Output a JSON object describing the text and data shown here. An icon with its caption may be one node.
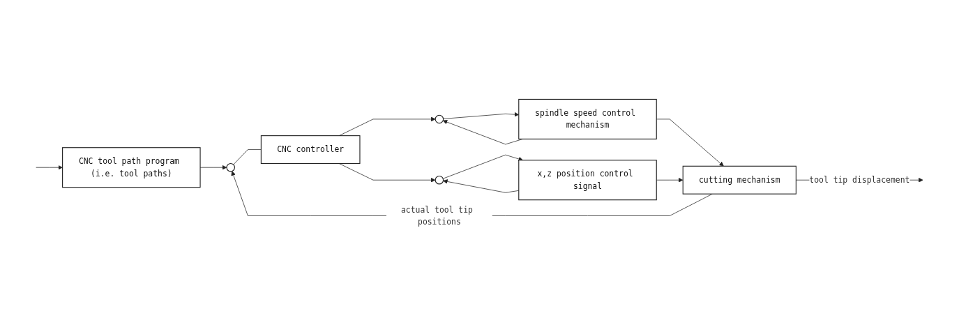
{
  "diagram": {
    "nodes": [
      {
        "text": [
          "CNC tool path program (i.e. tool paths)"
        ]
      },
      {
        "text": [],
        "shape": "circle"
      },
      {
        "text": [
          "CNC controller"
        ]
      },
      {
        "text": [],
        "shape": "circle"
      },
      {
        "text": [
          "spindle speed control mechanism"
        ]
      },
      {
        "text": [],
        "shape": "circle"
      },
      {
        "text": [
          "x,z position control signal"
        ]
      },
      {
        "text": [
          "cutting mechanism"
        ]
      }
    ],
    "edges": [
      {
        "from": null,
        "to": 0,
        "arrow": "to"
      },
      {
        "from": 0,
        "to": 1,
        "arrow": "to"
      },
      {
        "from": 1,
        "to": 2,
        "arrow": "none"
      },
      {
        "from": 2,
        "to": 3,
        "arrow": "to"
      },
      {
        "from": 2,
        "to": 5,
        "arrow": "to"
      },
      {
        "from": 3,
        "to": 4,
        "arrow": "to"
      },
      {
        "from": 5,
        "to": 6,
        "arrow": "to"
      },
      {
        "from": 4,
        "to": 3,
        "arrow": "to"
      },
      {
        "from": 6,
        "to": 5,
        "arrow": "to"
      },
      {
        "from": 4,
        "to": 7,
        "arrow": "to"
      },
      {
        "from": 6,
        "to": 7,
        "arrow": "to"
      },
      {
        "from": 7,
        "to": null,
        "arrow": "to",
        "label": "tool tip displacement"
      },
      {
        "from": 7,
        "to": 1,
        "arrow": "to",
        "label": "actual tool tip positions"
      }
    ]
  }
}
